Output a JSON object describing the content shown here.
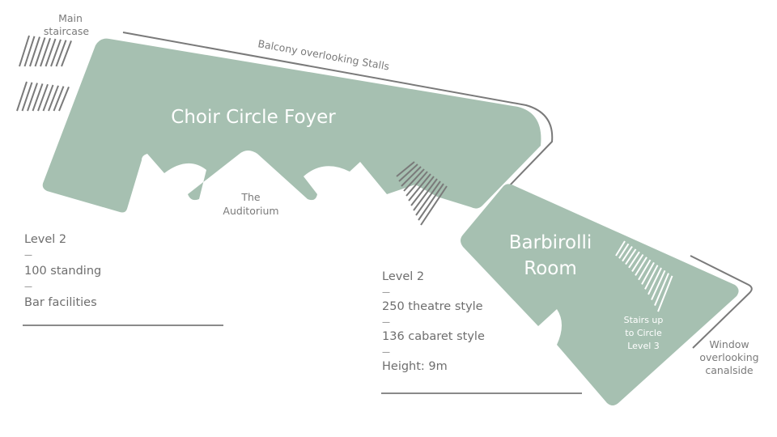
{
  "colors": {
    "room": "#a6c0b1",
    "line": "#7a7a7a",
    "text": "#6e6e6e"
  },
  "labels": {
    "main_staircase": [
      "Main",
      "staircase"
    ],
    "balcony": "Balcony overlooking Stalls",
    "choir_foyer": "Choir Circle Foyer",
    "auditorium": [
      "The",
      "Auditorium"
    ],
    "barbirolli": [
      "Barbirolli",
      "Room"
    ],
    "stairs_up": [
      "Stairs up",
      "to Circle",
      "Level 3"
    ],
    "window": [
      "Window",
      "overlooking",
      "canalside"
    ]
  },
  "foyer_info": [
    "Level 2",
    "—",
    "100 standing",
    "—",
    "Bar facilities"
  ],
  "barbirolli_info": [
    "Level 2",
    "—",
    "250 theatre style",
    "—",
    "136 cabaret style",
    "—",
    "Height: 9m"
  ]
}
